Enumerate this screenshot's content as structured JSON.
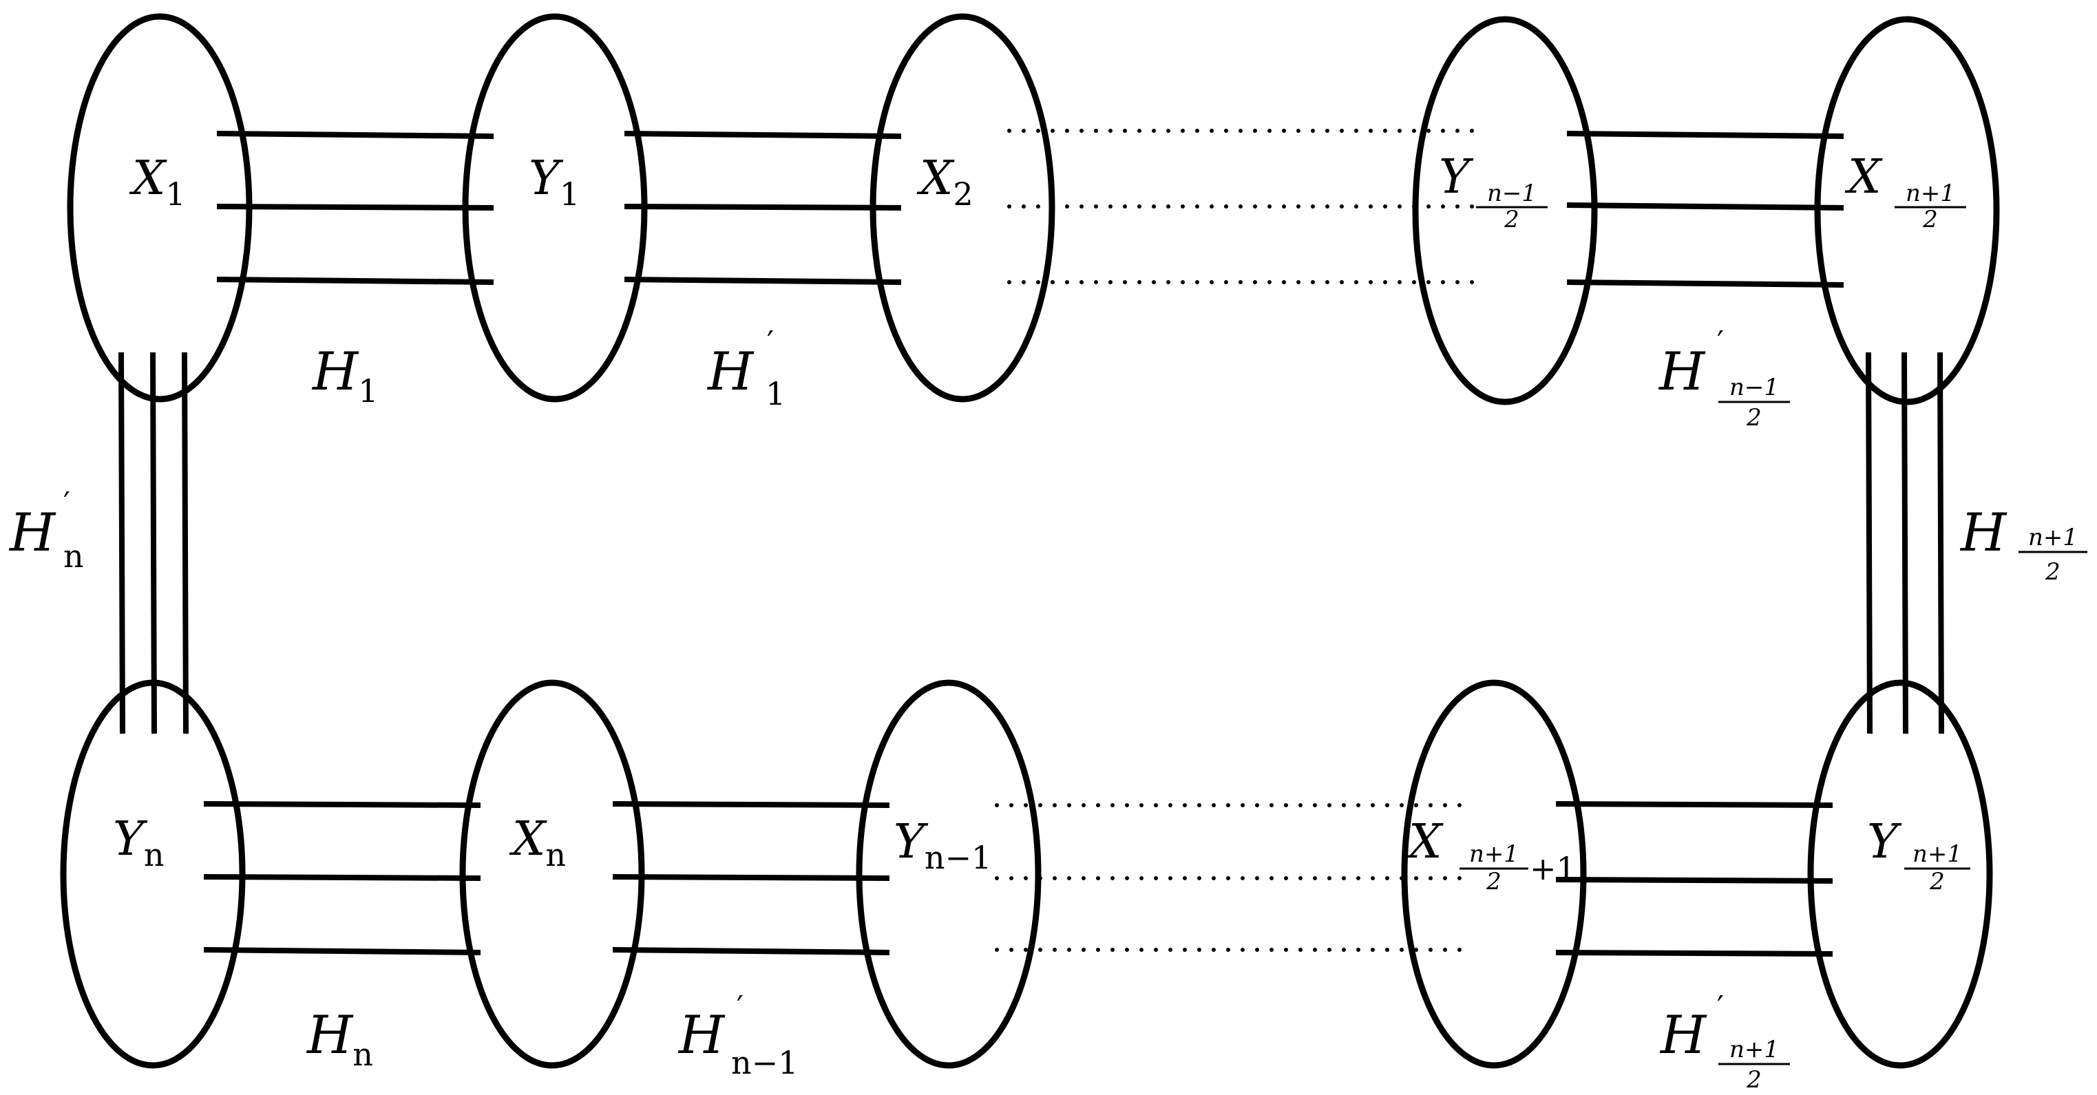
{
  "nodes": {
    "x1": {
      "base": "X",
      "sub": "1"
    },
    "y1": {
      "base": "Y",
      "sub": "1"
    },
    "x2": {
      "base": "X",
      "sub": "2"
    },
    "y_mid": {
      "base": "Y",
      "frac_num": "n−1",
      "frac_den": "2"
    },
    "x_mid": {
      "base": "X",
      "frac_num": "n+1",
      "frac_den": "2"
    },
    "yn": {
      "base": "Y",
      "sub": "n"
    },
    "xn": {
      "base": "X",
      "sub": "n"
    },
    "yn1": {
      "base": "Y",
      "sub": "n−1"
    },
    "x_mid1": {
      "base": "X",
      "frac_num": "n+1",
      "frac_den": "2",
      "suffix": "+1"
    },
    "y_mid2": {
      "base": "Y",
      "frac_num": "n+1",
      "frac_den": "2"
    }
  },
  "edges": {
    "h1": {
      "base": "H",
      "sub": "1"
    },
    "h1p": {
      "base": "H",
      "prime": "′",
      "sub": "1"
    },
    "h_top_right": {
      "base": "H",
      "prime": "′",
      "frac_num": "n−1",
      "frac_den": "2"
    },
    "h_np": {
      "base": "H",
      "prime": "′",
      "sub": "n"
    },
    "h_right": {
      "base": "H",
      "frac_num": "n+1",
      "frac_den": "2"
    },
    "hn": {
      "base": "H",
      "sub": "n"
    },
    "hn1p": {
      "base": "H",
      "prime": "′",
      "sub": "n−1"
    },
    "h_bot_right": {
      "base": "H",
      "prime": "′",
      "frac_num": "n+1",
      "frac_den": "2"
    }
  }
}
